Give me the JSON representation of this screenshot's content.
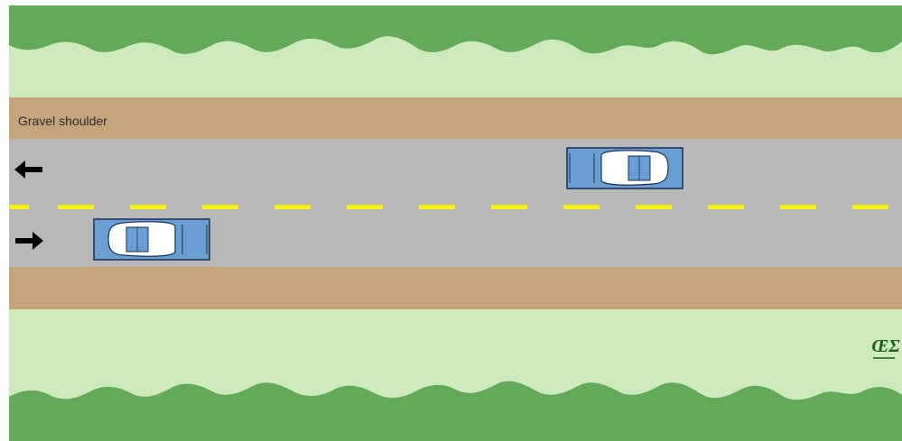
{
  "diagram": {
    "header_text": "",
    "shoulder_label": "Gravel shoulder",
    "logo_text": "ŒΣ",
    "colors": {
      "grass": "#cfe9bf",
      "bushes": "#62aa57",
      "shoulder": "#c5a57c",
      "road": "#b8b8b8",
      "lane_line": "#f4f010",
      "car_body": "#6a9fd4",
      "car_window": "#ffffff",
      "arrow": "#000000",
      "logo": "#1b5e20"
    },
    "lanes": [
      {
        "direction": "left",
        "icon": "arrow-left-icon"
      },
      {
        "direction": "right",
        "icon": "arrow-right-icon"
      }
    ],
    "vehicles": [
      {
        "lane": "left",
        "facing": "left",
        "icon": "car-icon"
      },
      {
        "lane": "right",
        "facing": "right",
        "icon": "car-icon"
      }
    ]
  }
}
